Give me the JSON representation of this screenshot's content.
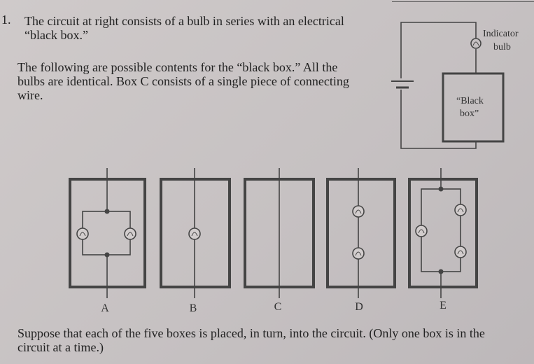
{
  "question": {
    "number": "1.",
    "intro_lines": [
      "The circuit at right consists of a bulb in series with an electrical",
      "“black box.”"
    ],
    "contents_lines": [
      "The following are possible contents for the “black box.” All the",
      "bulbs are identical. Box C consists of a single piece of connecting",
      "wire."
    ],
    "suppose_lines": [
      "Suppose that each of the five boxes is placed, in turn, into the circuit. (Only one box is in the",
      "circuit at a time.)"
    ]
  },
  "circuit": {
    "indicator_label_lines": [
      "Indicator",
      "bulb"
    ],
    "black_box_label_lines": [
      "“Black",
      "box”"
    ]
  },
  "boxes": {
    "labels": [
      "A",
      "B",
      "C",
      "D",
      "E"
    ]
  }
}
